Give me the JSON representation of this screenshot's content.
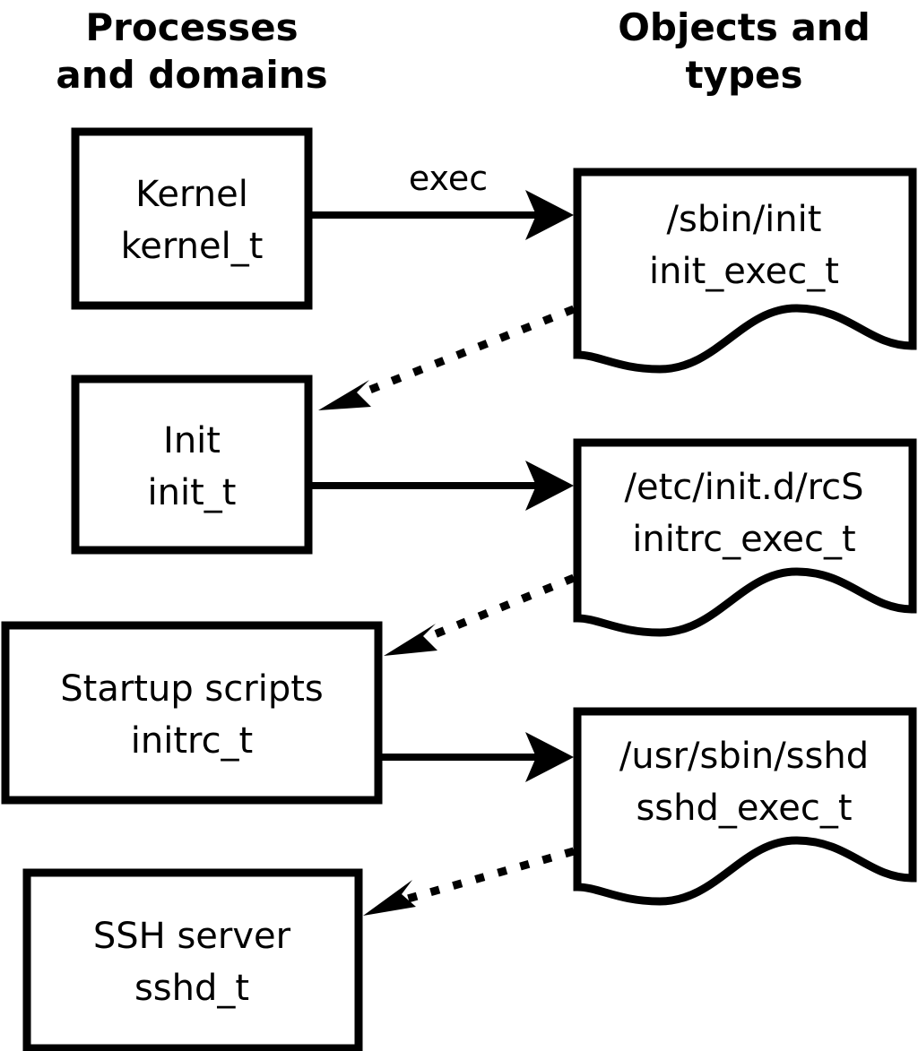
{
  "figure": {
    "title_left": "Processes and domains",
    "title_right": "Objects and types"
  },
  "columns": {
    "left": {
      "heading_line1": "Processes",
      "heading_line2": "and domains"
    },
    "right": {
      "heading_line1": "Objects and",
      "heading_line2": "types"
    }
  },
  "nodes": {
    "kernel": {
      "name": "Kernel",
      "type": "kernel_t"
    },
    "init": {
      "name": "Init",
      "type": "init_t"
    },
    "startup_scripts": {
      "name": "Startup scripts",
      "type": "initrc_t"
    },
    "ssh_server": {
      "name": "SSH server",
      "type": "sshd_t"
    },
    "init_exec": {
      "path": "/sbin/init",
      "type": "init_exec_t"
    },
    "initrc_exec": {
      "path": "/etc/init.d/rcS",
      "type": "initrc_exec_t"
    },
    "sshd_exec": {
      "path": "/usr/sbin/sshd",
      "type": "sshd_exec_t"
    }
  },
  "edges": {
    "kernel_exec_init": {
      "label": "exec",
      "style": "solid"
    },
    "init_exec_to_init": {
      "label": "",
      "style": "dotted"
    },
    "init_exec_rcs": {
      "label": "",
      "style": "solid"
    },
    "initrc_exec_to_initrc": {
      "label": "",
      "style": "dotted"
    },
    "initrc_exec_sshd": {
      "label": "",
      "style": "solid"
    },
    "sshd_exec_to_sshd": {
      "label": "",
      "style": "dotted"
    }
  },
  "colors": {
    "stroke": "#000000",
    "fill": "#ffffff",
    "background": "#ffffff"
  }
}
